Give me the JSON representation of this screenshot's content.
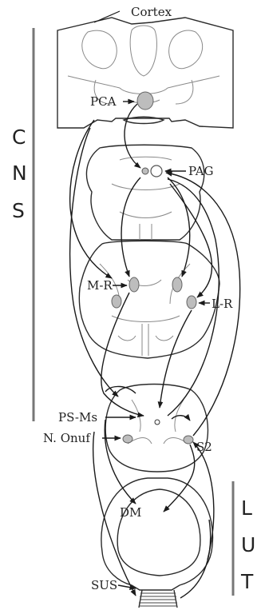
{
  "labels": {
    "cortex": "Cortex",
    "pca": "PCA",
    "pag": "PAG",
    "mr": "M-R",
    "lr": "L-R",
    "psms": "PS-Ms",
    "onuf": "N. Onuf",
    "s2": "S2",
    "dm": "DM",
    "sus": "SUS"
  },
  "side_labels": {
    "cns": [
      "C",
      "N",
      "S"
    ],
    "lut": [
      "L",
      "U",
      "T"
    ]
  },
  "colors": {
    "nucleus_fill": "#bdbdbd",
    "line": "#1a1a1a",
    "anatomy": "#8a8a8a",
    "bracket": "#777777"
  }
}
